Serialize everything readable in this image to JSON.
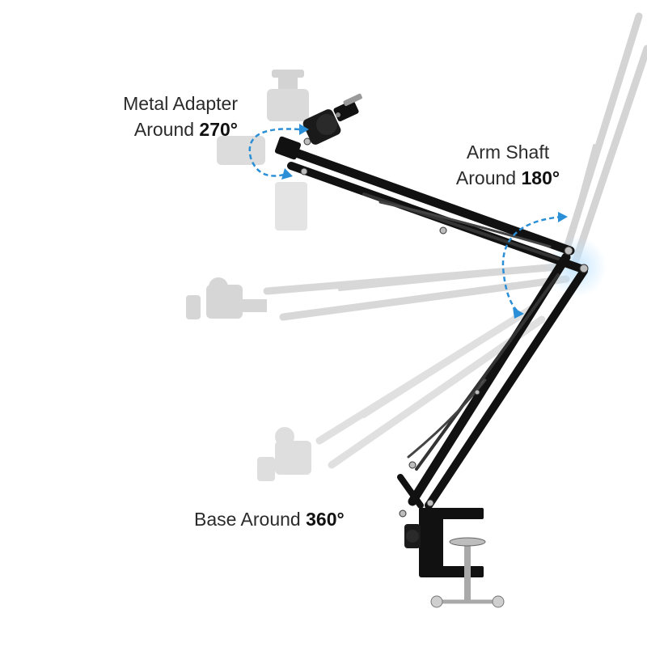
{
  "labels": {
    "metal_adapter": {
      "line1": "Metal Adapter",
      "line2_prefix": "Around ",
      "line2_value": "270°"
    },
    "arm_shaft": {
      "line1": "Arm Shaft",
      "line2_prefix": "Around ",
      "line2_value": "180°"
    },
    "base": {
      "prefix": "Base Around ",
      "value": "360°"
    }
  },
  "colors": {
    "arm": "#111111",
    "ghost": "#cfcfcf",
    "arrow": "#2a8fd6",
    "text": "#2b2b2b"
  }
}
